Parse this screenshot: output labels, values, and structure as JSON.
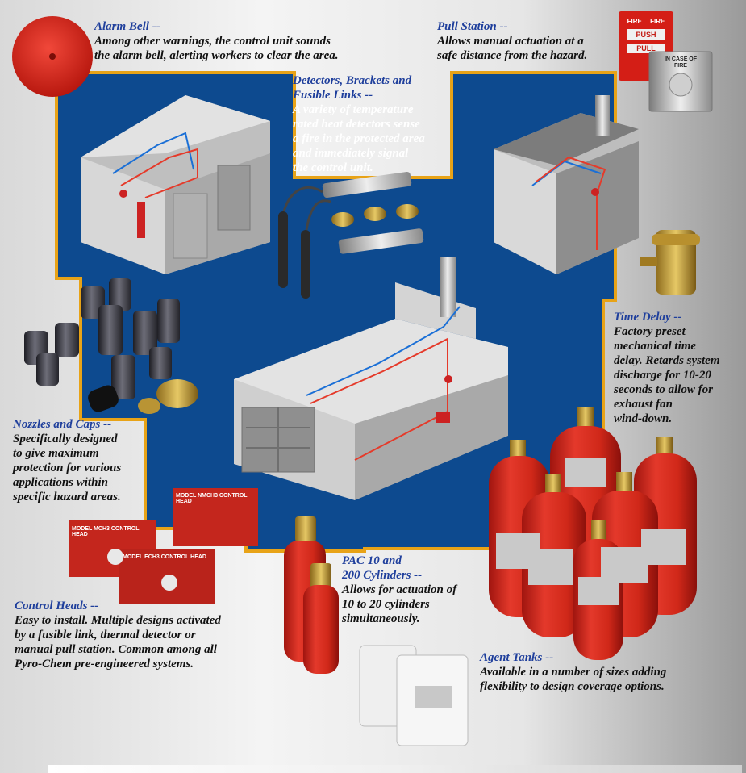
{
  "captions": {
    "alarm_bell": {
      "title": "Alarm Bell --",
      "lines": [
        "Among other warnings, the control unit sounds",
        "the alarm bell, alerting workers to clear the area."
      ]
    },
    "pull_station": {
      "title": "Pull Station --",
      "lines": [
        "Allows manual actuation at a",
        "safe distance from the hazard."
      ]
    },
    "detectors": {
      "title_lines": [
        "Detectors, Brackets and",
        "Fusible Links --"
      ],
      "lines": [
        "A variety of temperature",
        "rated heat detectors sense",
        "a fire in the protected area",
        "and immediately signal",
        "the control unit."
      ]
    },
    "time_delay": {
      "title": "Time Delay --",
      "lines": [
        "Factory preset",
        "mechanical time",
        "delay. Retards system",
        "discharge for 10-20",
        "seconds to allow for",
        "exhaust fan",
        "wind-down."
      ]
    },
    "nozzles": {
      "title": "Nozzles and Caps --",
      "lines": [
        "Specifically designed",
        "to give maximum",
        "protection for various",
        "applications within",
        "specific hazard areas."
      ]
    },
    "control_heads": {
      "title": "Control Heads --",
      "lines": [
        "Easy to install.  Multiple designs activated",
        "by a fusible link, thermal detector or",
        "manual pull station. Common among all",
        "Pyro-Chem pre-engineered systems."
      ]
    },
    "pac": {
      "title_lines": [
        "PAC 10 and",
        "200 Cylinders  --"
      ],
      "lines": [
        "Allows for actuation of",
        "10 to 20 cylinders",
        "simultaneously."
      ]
    },
    "agent_tanks": {
      "title": "Agent Tanks --",
      "lines": [
        "Available in a number of sizes adding",
        "flexibility to design coverage options."
      ]
    }
  },
  "labels": {
    "pull_station_top": "FIRE",
    "pull_station_top2": "FIRE",
    "pull_station_push": "PUSH",
    "pull_station_pull": "PULL",
    "pull_station_case": "IN CASE OF",
    "pull_station_case2": "FIRE",
    "control_head_1": "MODEL NMCH3 CONTROL HEAD",
    "control_head_2": "MODEL MCH3 CONTROL HEAD",
    "control_head_3": "MODEL ECH3 CONTROL HEAD"
  },
  "colors": {
    "panel_blue": "#0d4a8f",
    "border_gold": "#e8a317",
    "caption_blue": "#1f3f9c",
    "tank_red": "#d42a1e",
    "brass": "#c9a13b"
  }
}
